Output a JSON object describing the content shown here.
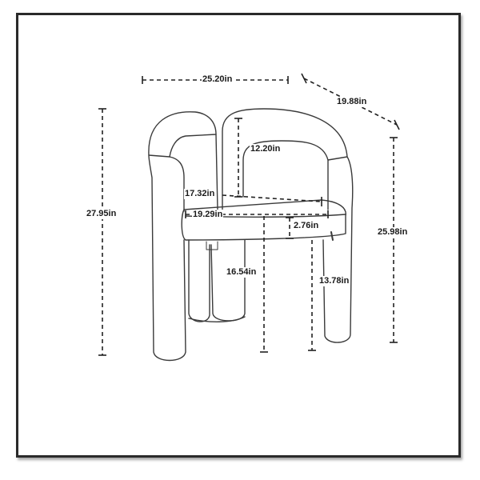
{
  "dimensions": {
    "overall_width": "25.20in",
    "overall_depth": "19.88in",
    "overall_height": "27.95in",
    "arm_height": "25.98in",
    "back_height_above_seat": "12.20in",
    "seat_depth": "17.32in",
    "seat_width": "19.29in",
    "seat_thickness": "2.76in",
    "seat_height": "16.54in",
    "leg_height": "13.78in"
  }
}
